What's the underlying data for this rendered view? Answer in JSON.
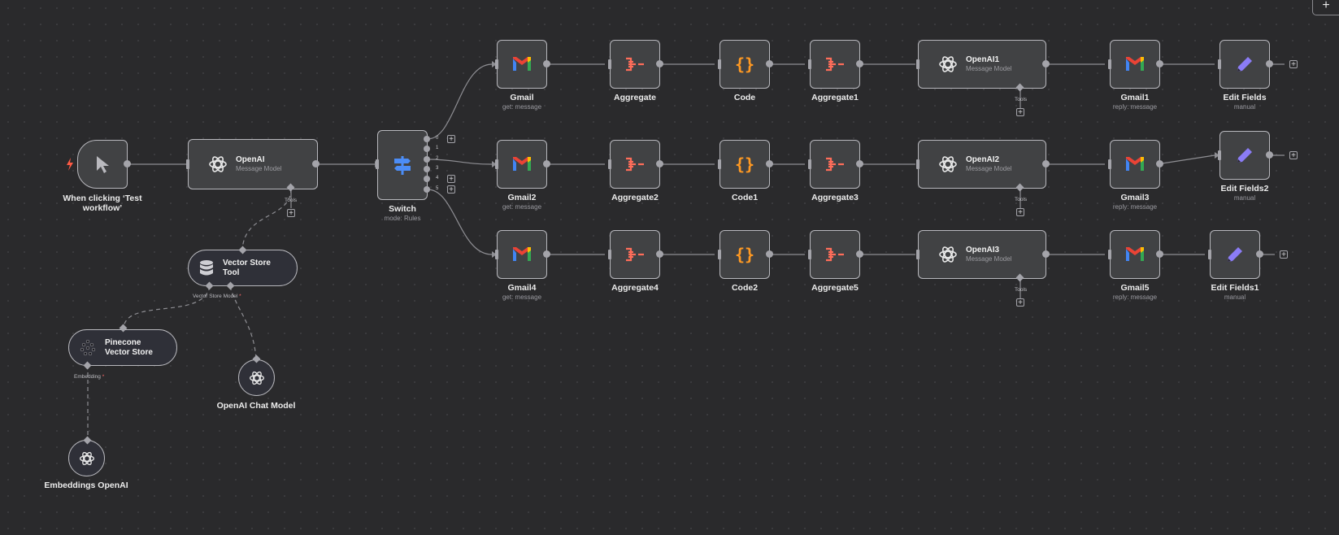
{
  "colors": {
    "gmail": [
      "#ea4335",
      "#4285f4",
      "#34a853",
      "#fbbc04"
    ],
    "aggregate": "#ff6d5a",
    "code": "#ff9922",
    "editfields": "#8b7cf6",
    "switch": "#4c8df6",
    "trigger_bolt": "#ff5a44"
  },
  "top_button": {
    "label": "+"
  },
  "trigger": {
    "title": "When clicking ‘Test workflow’",
    "icon": "cursor-icon"
  },
  "openai_main": {
    "title": "OpenAI",
    "subtitle": "Message Model",
    "tools_label": "Tools"
  },
  "switch": {
    "title": "Switch",
    "subtitle": "mode: Rules",
    "outputs": [
      "0",
      "1",
      "2",
      "3",
      "4",
      "5"
    ]
  },
  "vector_store_tool": {
    "title": "Vector Store Tool",
    "port_label": "Vector Store",
    "port_label2": "Model",
    "required": "*"
  },
  "pinecone": {
    "title": "Pinecone Vector Store",
    "port_label": "Embedding",
    "required": "*"
  },
  "openai_chat": {
    "title": "OpenAI Chat Model"
  },
  "embeddings": {
    "title": "Embeddings OpenAI"
  },
  "rows": [
    {
      "gmail": {
        "title": "Gmail",
        "subtitle": "get: message"
      },
      "aggregate": {
        "title": "Aggregate"
      },
      "code": {
        "title": "Code"
      },
      "aggregate_b": {
        "title": "Aggregate1"
      },
      "openai": {
        "title": "OpenAI1",
        "subtitle": "Message Model",
        "tools_label": "Tools"
      },
      "gmail_reply": {
        "title": "Gmail1",
        "subtitle": "reply: message"
      },
      "edit": {
        "title": "Edit Fields",
        "subtitle": "manual"
      }
    },
    {
      "gmail": {
        "title": "Gmail2",
        "subtitle": "get: message"
      },
      "aggregate": {
        "title": "Aggregate2"
      },
      "code": {
        "title": "Code1"
      },
      "aggregate_b": {
        "title": "Aggregate3"
      },
      "openai": {
        "title": "OpenAI2",
        "subtitle": "Message Model",
        "tools_label": "Tools"
      },
      "gmail_reply": {
        "title": "Gmail3",
        "subtitle": "reply: message"
      },
      "edit": {
        "title": "Edit Fields2",
        "subtitle": "manual"
      }
    },
    {
      "gmail": {
        "title": "Gmail4",
        "subtitle": "get: message"
      },
      "aggregate": {
        "title": "Aggregate4"
      },
      "code": {
        "title": "Code2"
      },
      "aggregate_b": {
        "title": "Aggregate5"
      },
      "openai": {
        "title": "OpenAI3",
        "subtitle": "Message Model",
        "tools_label": "Tools"
      },
      "gmail_reply": {
        "title": "Gmail5",
        "subtitle": "reply: message"
      },
      "edit": {
        "title": "Edit Fields1",
        "subtitle": "manual"
      }
    }
  ]
}
